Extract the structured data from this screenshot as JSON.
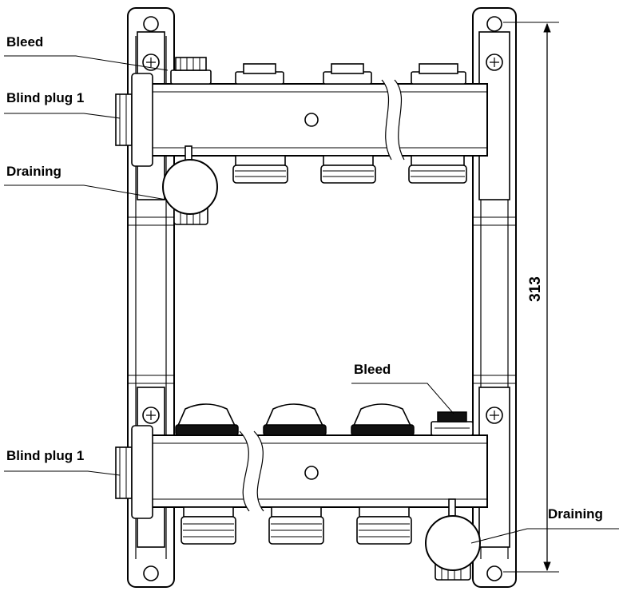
{
  "labels": {
    "bleed_top": "Bleed",
    "blind_plug_top": "Blind plug 1",
    "draining_top": "Draining",
    "bleed_bottom": "Bleed",
    "blind_plug_bottom": "Blind plug 1",
    "draining_bottom": "Draining"
  },
  "dimension": {
    "height": "313"
  }
}
